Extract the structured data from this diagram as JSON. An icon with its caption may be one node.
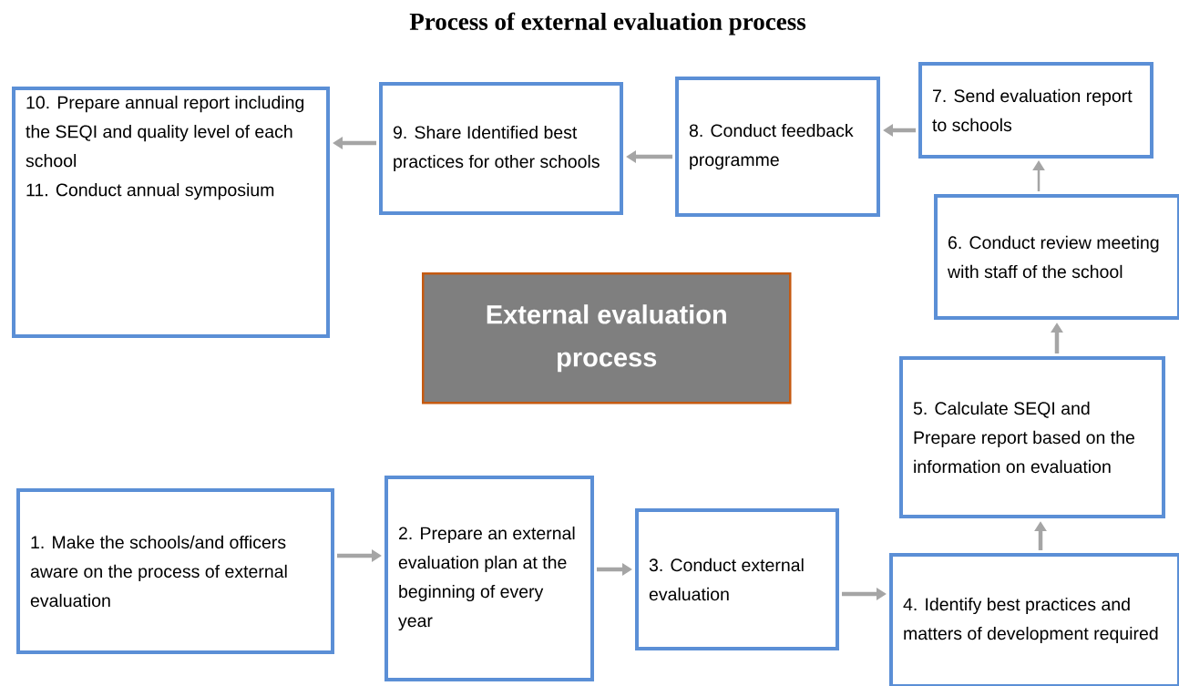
{
  "diagram": {
    "title": "Process of external evaluation process",
    "nodes": [
      {
        "text": [
          "1. Make the schools/and officers aware on the process of external evaluation"
        ]
      },
      {
        "text": [
          "2. Prepare an external evaluation plan at the beginning of every year"
        ]
      },
      {
        "text": [
          "3. Conduct external evaluation"
        ]
      },
      {
        "text": [
          "4. Identify best practices and matters of development required"
        ]
      },
      {
        "text": [
          "5. Calculate SEQI and Prepare report based on the information on evaluation"
        ]
      },
      {
        "text": [
          "6. Conduct review meeting with staff of the school"
        ]
      },
      {
        "text": [
          "7. Send evaluation report to schools"
        ]
      },
      {
        "text": [
          "8. Conduct feedback programme"
        ]
      },
      {
        "text": [
          "9. Share Identified best practices for other schools"
        ]
      },
      {
        "text": [
          "10. Prepare annual report including the SEQI and quality level of each school",
          "11. Conduct annual symposium"
        ]
      },
      {
        "text": [
          "External evaluation process"
        ]
      }
    ],
    "edges": [
      {
        "from": 0,
        "to": 1,
        "arrow": "to"
      },
      {
        "from": 1,
        "to": 2,
        "arrow": "to"
      },
      {
        "from": 2,
        "to": 3,
        "arrow": "to"
      },
      {
        "from": 3,
        "to": 4,
        "arrow": "to"
      },
      {
        "from": 4,
        "to": 5,
        "arrow": "to"
      },
      {
        "from": 5,
        "to": 6,
        "arrow": "to"
      },
      {
        "from": 6,
        "to": 7,
        "arrow": "to"
      },
      {
        "from": 7,
        "to": 8,
        "arrow": "to"
      },
      {
        "from": 8,
        "to": 9,
        "arrow": "to"
      }
    ]
  }
}
